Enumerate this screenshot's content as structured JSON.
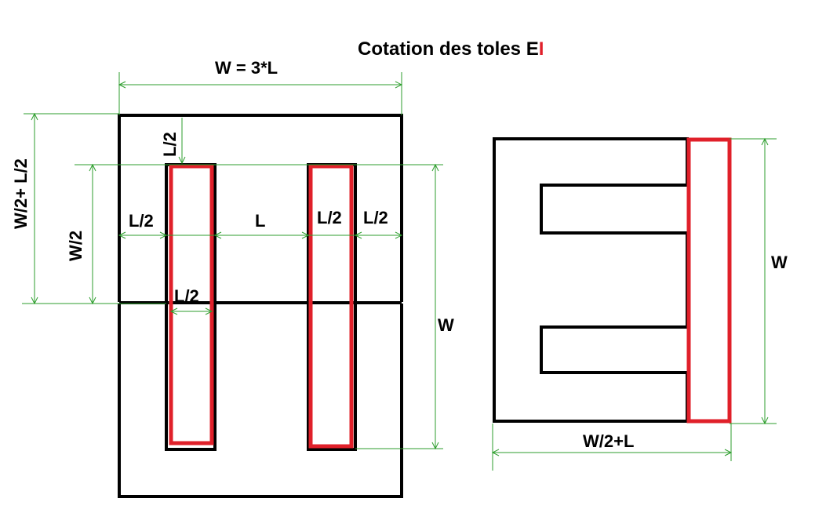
{
  "title": {
    "text": "Cotation des toles E",
    "accent": "I"
  },
  "labels": {
    "w_eq_3l": "W = 3*L",
    "half_l_top": "L/2",
    "w_half_plus_l_half": "W/2+ L/2",
    "w_half": "W/2",
    "half_l_left": "L/2",
    "l_center": "L",
    "half_l_right_leg": "L/2",
    "half_l_right": "L/2",
    "half_l_bottom": "L/2",
    "w_left": "W",
    "w_right": "W",
    "w_half_plus_l": "W/2+L"
  },
  "colors": {
    "outline": "#000000",
    "i_lamination": "#e0202a",
    "dimension_lines": "#2e9e2e"
  }
}
